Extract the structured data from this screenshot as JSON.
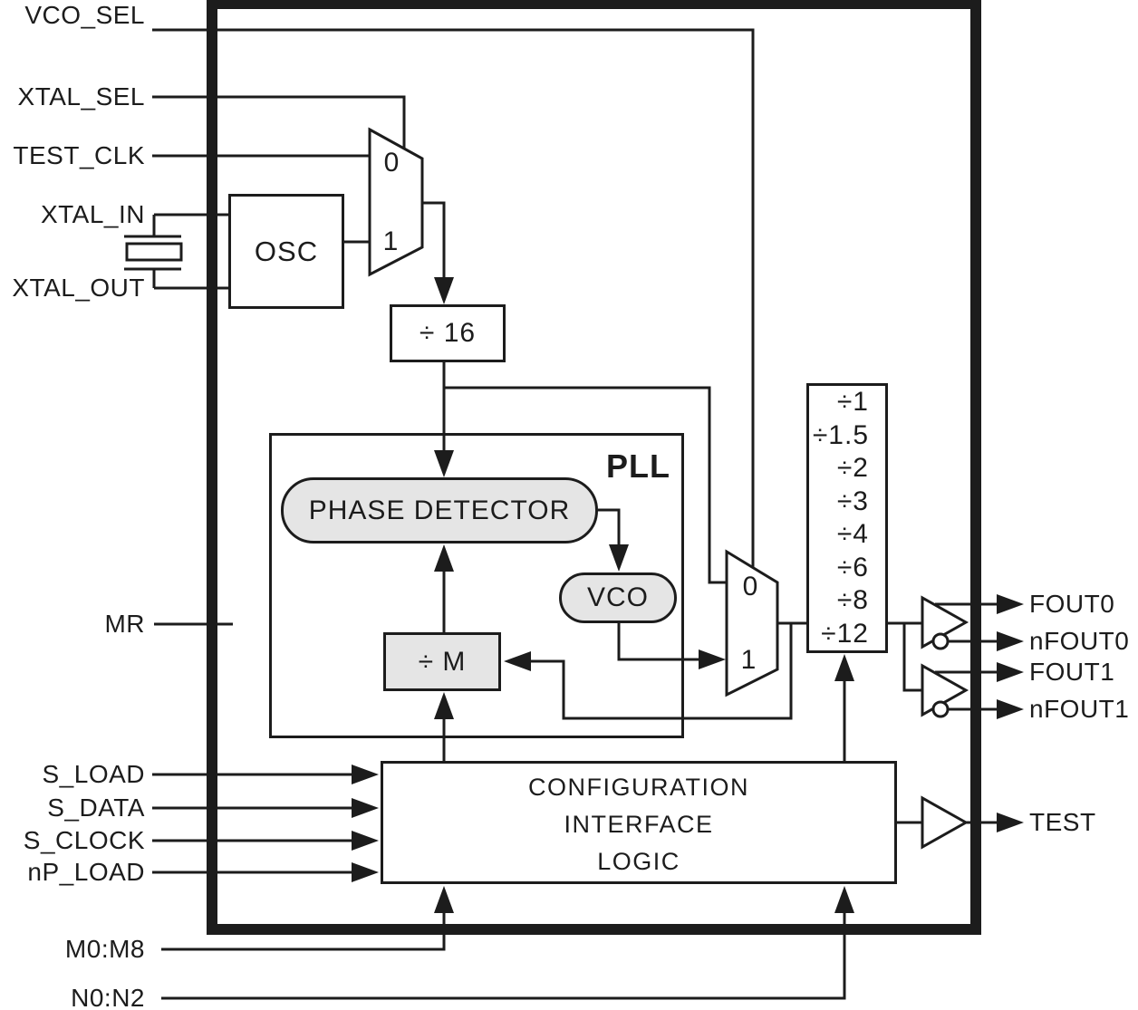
{
  "pins_left": [
    {
      "label": "VCO_SEL"
    },
    {
      "label": "XTAL_SEL"
    },
    {
      "label": "TEST_CLK"
    },
    {
      "label": "XTAL_IN"
    },
    {
      "label": "XTAL_OUT"
    },
    {
      "label": "MR"
    },
    {
      "label": "S_LOAD"
    },
    {
      "label": "S_DATA"
    },
    {
      "label": "S_CLOCK"
    },
    {
      "label": "nP_LOAD"
    },
    {
      "label": "M0:M8"
    },
    {
      "label": "N0:N2"
    }
  ],
  "pins_right": [
    {
      "label": "FOUT0"
    },
    {
      "label": "nFOUT0"
    },
    {
      "label": "FOUT1"
    },
    {
      "label": "nFOUT1"
    },
    {
      "label": "TEST"
    }
  ],
  "blocks": {
    "osc": "OSC",
    "div16": "÷ 16",
    "pll": "PLL",
    "phase_detector": "PHASE DETECTOR",
    "vco": "VCO",
    "div_m": "÷ M",
    "config": {
      "line1": "CONFIGURATION",
      "line2": "INTERFACE",
      "line3": "LOGIC"
    }
  },
  "mux1": {
    "input0": "0",
    "input1": "1"
  },
  "mux2": {
    "input0": "0",
    "input1": "1"
  },
  "output_divider": {
    "options": [
      "÷1",
      "÷1.5",
      "÷2",
      "÷3",
      "÷4",
      "÷6",
      "÷8",
      "÷12"
    ]
  },
  "colors": {
    "line": "#1c1c1c",
    "block_fill": "#e5e5e5",
    "background": "#ffffff"
  }
}
